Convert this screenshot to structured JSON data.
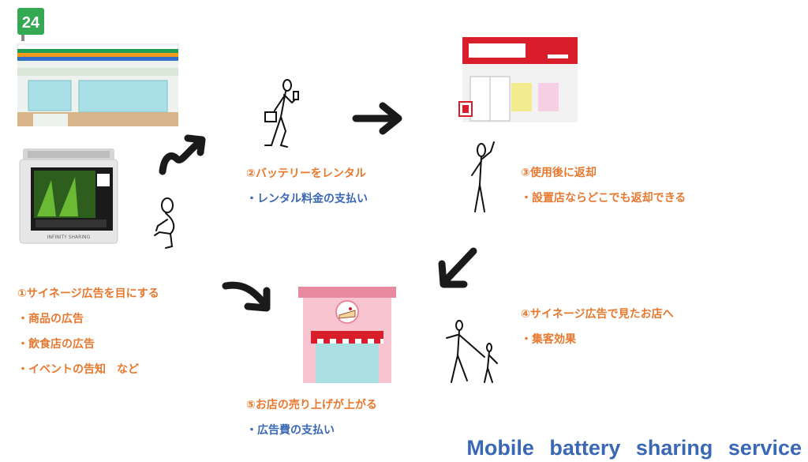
{
  "step1": {
    "title": "①サイネージ広告を目にする",
    "items": [
      "・商品の広告",
      "・飲食店の広告",
      "・イベントの告知　など"
    ]
  },
  "step2": {
    "title": "②バッテリーをレンタル",
    "items": [
      "・レンタル料金の支払い"
    ]
  },
  "step3": {
    "title": "③使用後に返却",
    "items": [
      "・設置店ならどこでも返却できる"
    ]
  },
  "step4": {
    "title": "④サイネージ広告で見たお店へ",
    "items": [
      "・集客効果"
    ]
  },
  "step5": {
    "title": "⑤お店の売り上げが上がる",
    "items": [
      "・広告費の支払い"
    ]
  },
  "store_badge": "24",
  "kiosk_label": "INFINITY SHARING",
  "footer": "Mobile battery sharing service",
  "colors": {
    "orange": "#e8782e",
    "blue": "#3a68b4",
    "red": "#d81e2a"
  }
}
